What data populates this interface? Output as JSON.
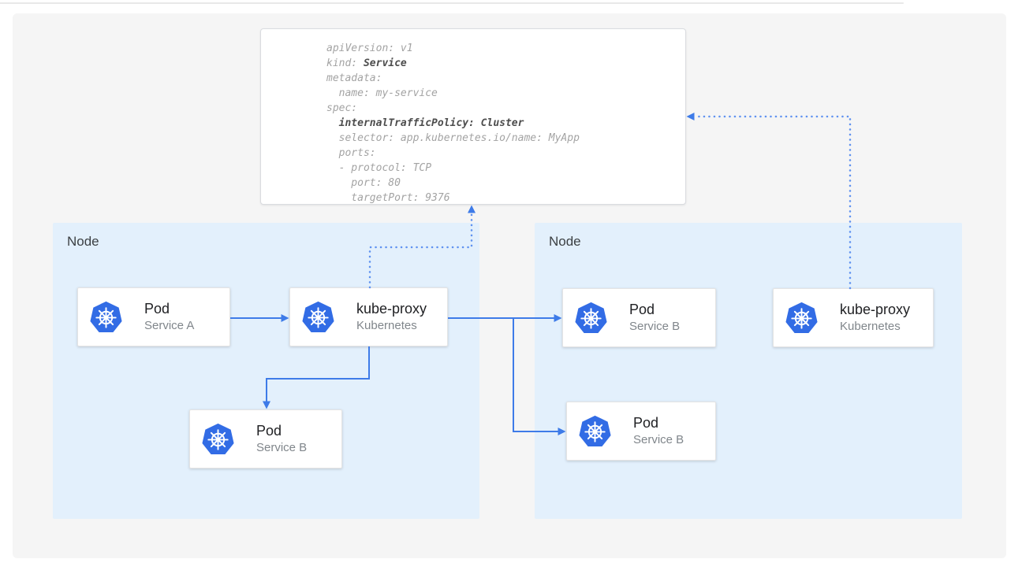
{
  "yaml": {
    "lines": [
      {
        "pre": "apiVersion: v1"
      },
      {
        "pre": "kind: ",
        "bold": "Service"
      },
      {
        "pre": "metadata:"
      },
      {
        "pre": "  name: my-service"
      },
      {
        "pre": "spec:"
      },
      {
        "pre": "  ",
        "bold": "internalTrafficPolicy: Cluster"
      },
      {
        "pre": "  selector: app.kubernetes.io/name: MyApp"
      },
      {
        "pre": "  ports:"
      },
      {
        "pre": "  - protocol: TCP"
      },
      {
        "pre": "    port: 80"
      },
      {
        "pre": "    targetPort: 9376"
      }
    ]
  },
  "nodes": [
    {
      "label": "Node",
      "cards": [
        {
          "title": "Pod",
          "subtitle": "Service A",
          "icon": "kubernetes-icon"
        },
        {
          "title": "kube-proxy",
          "subtitle": "Kubernetes",
          "icon": "kubernetes-icon"
        },
        {
          "title": "Pod",
          "subtitle": "Service B",
          "icon": "kubernetes-icon"
        }
      ]
    },
    {
      "label": "Node",
      "cards": [
        {
          "title": "Pod",
          "subtitle": "Service B",
          "icon": "kubernetes-icon"
        },
        {
          "title": "Pod",
          "subtitle": "Service B",
          "icon": "kubernetes-icon"
        },
        {
          "title": "kube-proxy",
          "subtitle": "Kubernetes",
          "icon": "kubernetes-icon"
        }
      ]
    }
  ],
  "colors": {
    "canvas_bg": "#f5f5f5",
    "node_bg": "#e3f0fc",
    "kubernetes_blue": "#326ce5",
    "wire_blue": "#3e7be8",
    "dotted_wire_blue": "#5f92f0"
  }
}
